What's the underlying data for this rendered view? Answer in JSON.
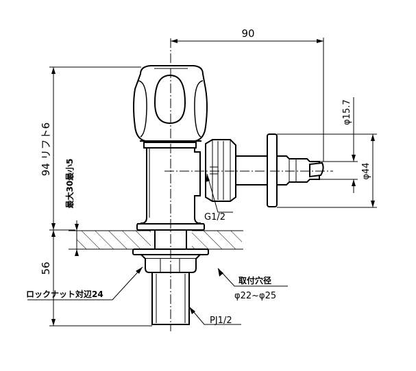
{
  "dimensions": {
    "width_top": "90",
    "height_total": "94",
    "lift": "リフト6",
    "max_thickness": "最大30最小5",
    "below_counter": "56",
    "dia_inlet": "φ15.7",
    "dia_flange": "φ44"
  },
  "labels": {
    "thread": "G1/2",
    "locknut": "ロックナット対辺24",
    "hole_title": "取付穴径",
    "hole_range": "φ22~φ25",
    "pipe_thread": "PJ1/2"
  }
}
